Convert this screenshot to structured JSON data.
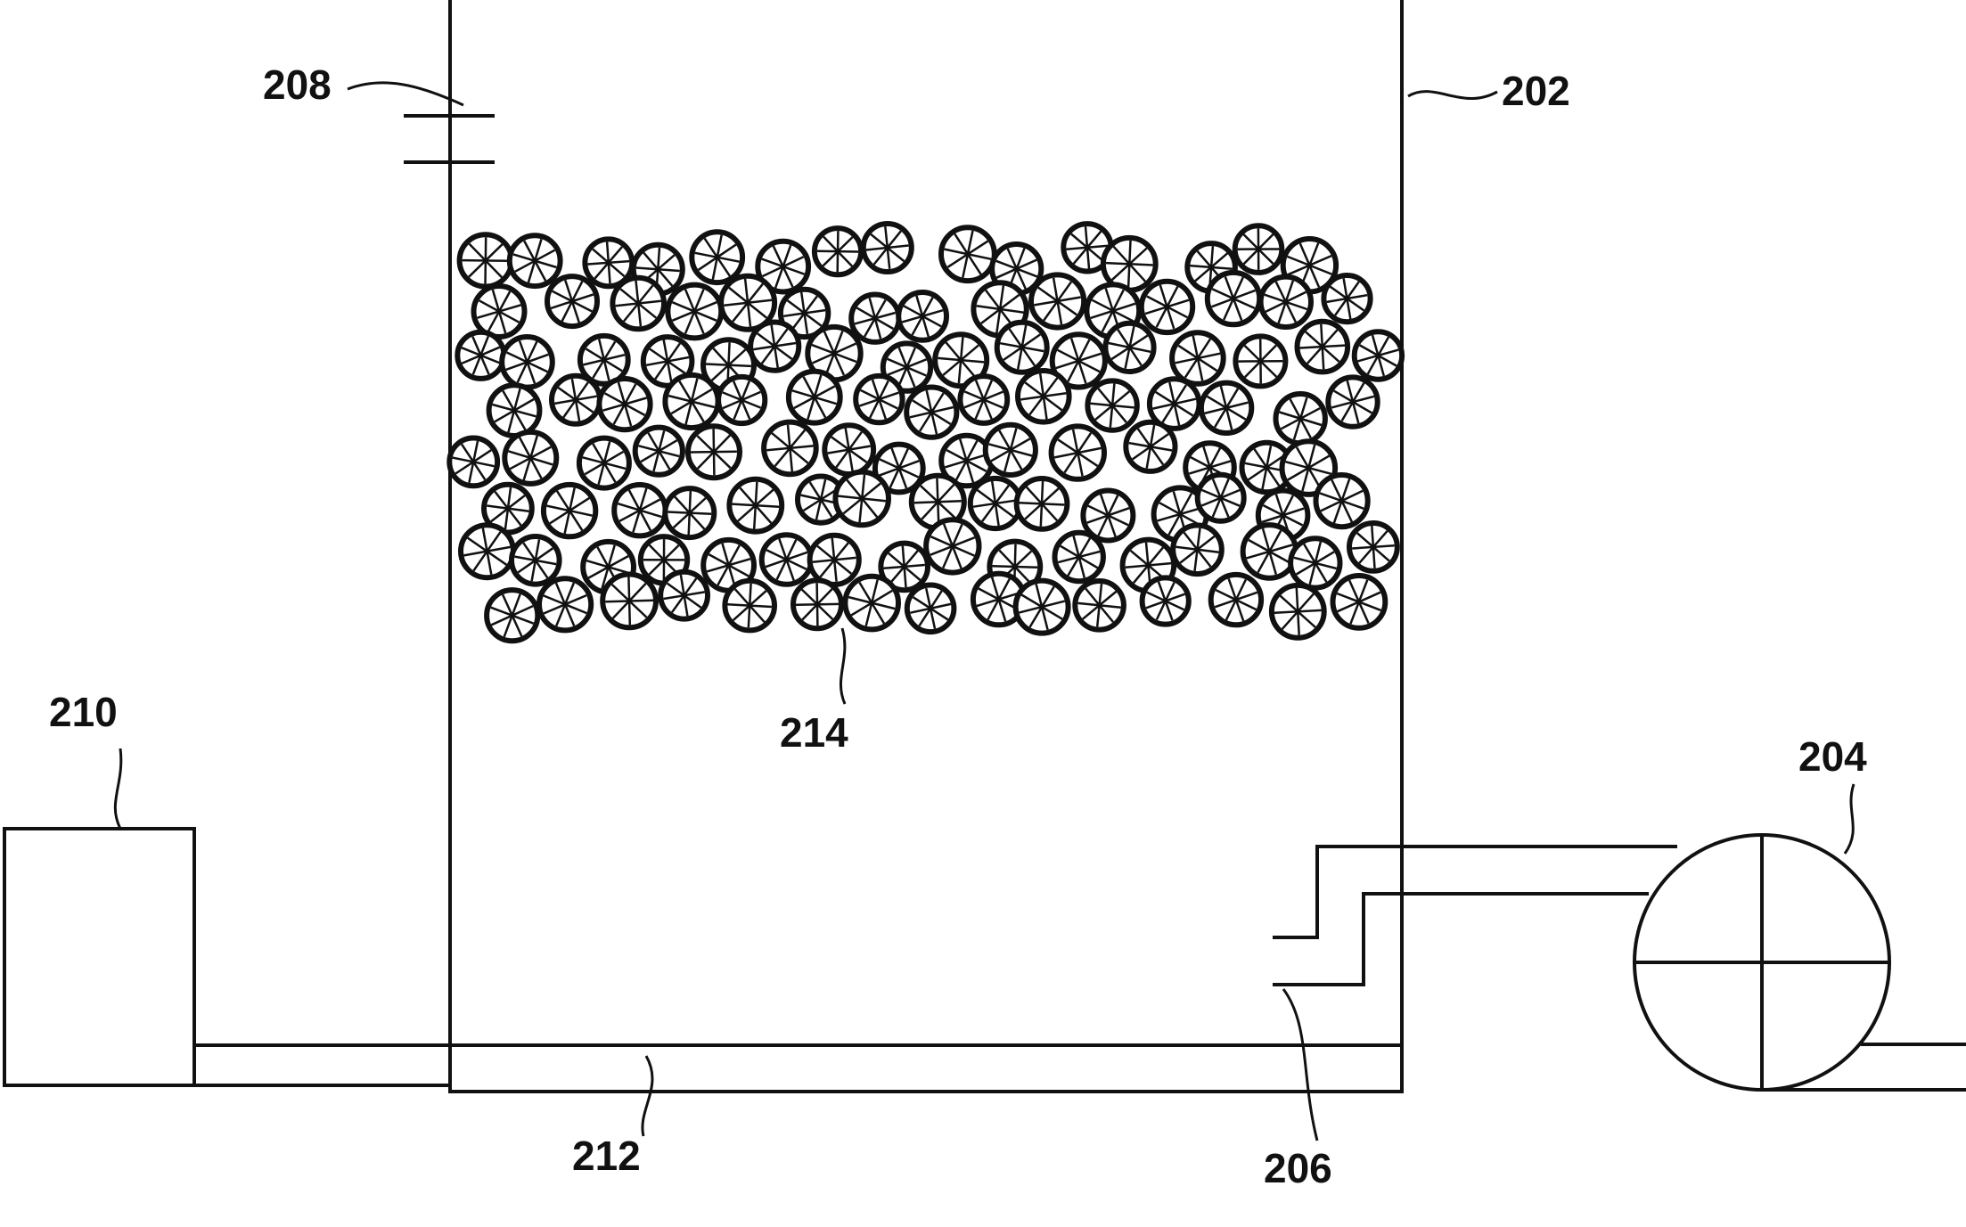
{
  "labels": {
    "vessel": "202",
    "pump": "204",
    "outlet": "206",
    "inlet_port": "208",
    "supply_unit": "210",
    "bottom_conduit": "212",
    "media": "214"
  },
  "colors": {
    "ink": "#111111",
    "background": "#ffffff"
  }
}
